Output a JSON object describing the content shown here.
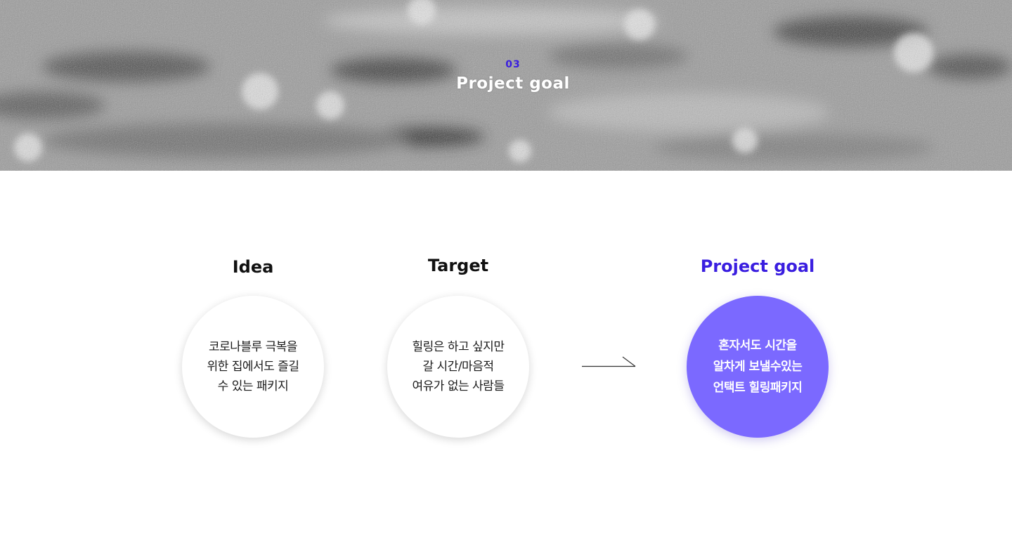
{
  "hero": {
    "number": "03",
    "title": "Project goal"
  },
  "columns": [
    {
      "title": "Idea",
      "lines": [
        "코로나블루 극복을",
        "위한  집에서도 즐길",
        "수 있는 패키지"
      ]
    },
    {
      "title": "Target",
      "lines": [
        "힐링은 하고 싶지만",
        "갈 시간/마음적",
        "여유가 없는 사람들"
      ]
    },
    {
      "title": "Project goal",
      "lines": [
        "혼자서도 시간을",
        "알차게 보낼수있는",
        "언택트 힐링패키지"
      ]
    }
  ],
  "colors": {
    "accent_text": "#3a1ee0",
    "accent_circle": "#7b69ff"
  },
  "icons": {
    "arrow": "arrow-right-icon"
  }
}
